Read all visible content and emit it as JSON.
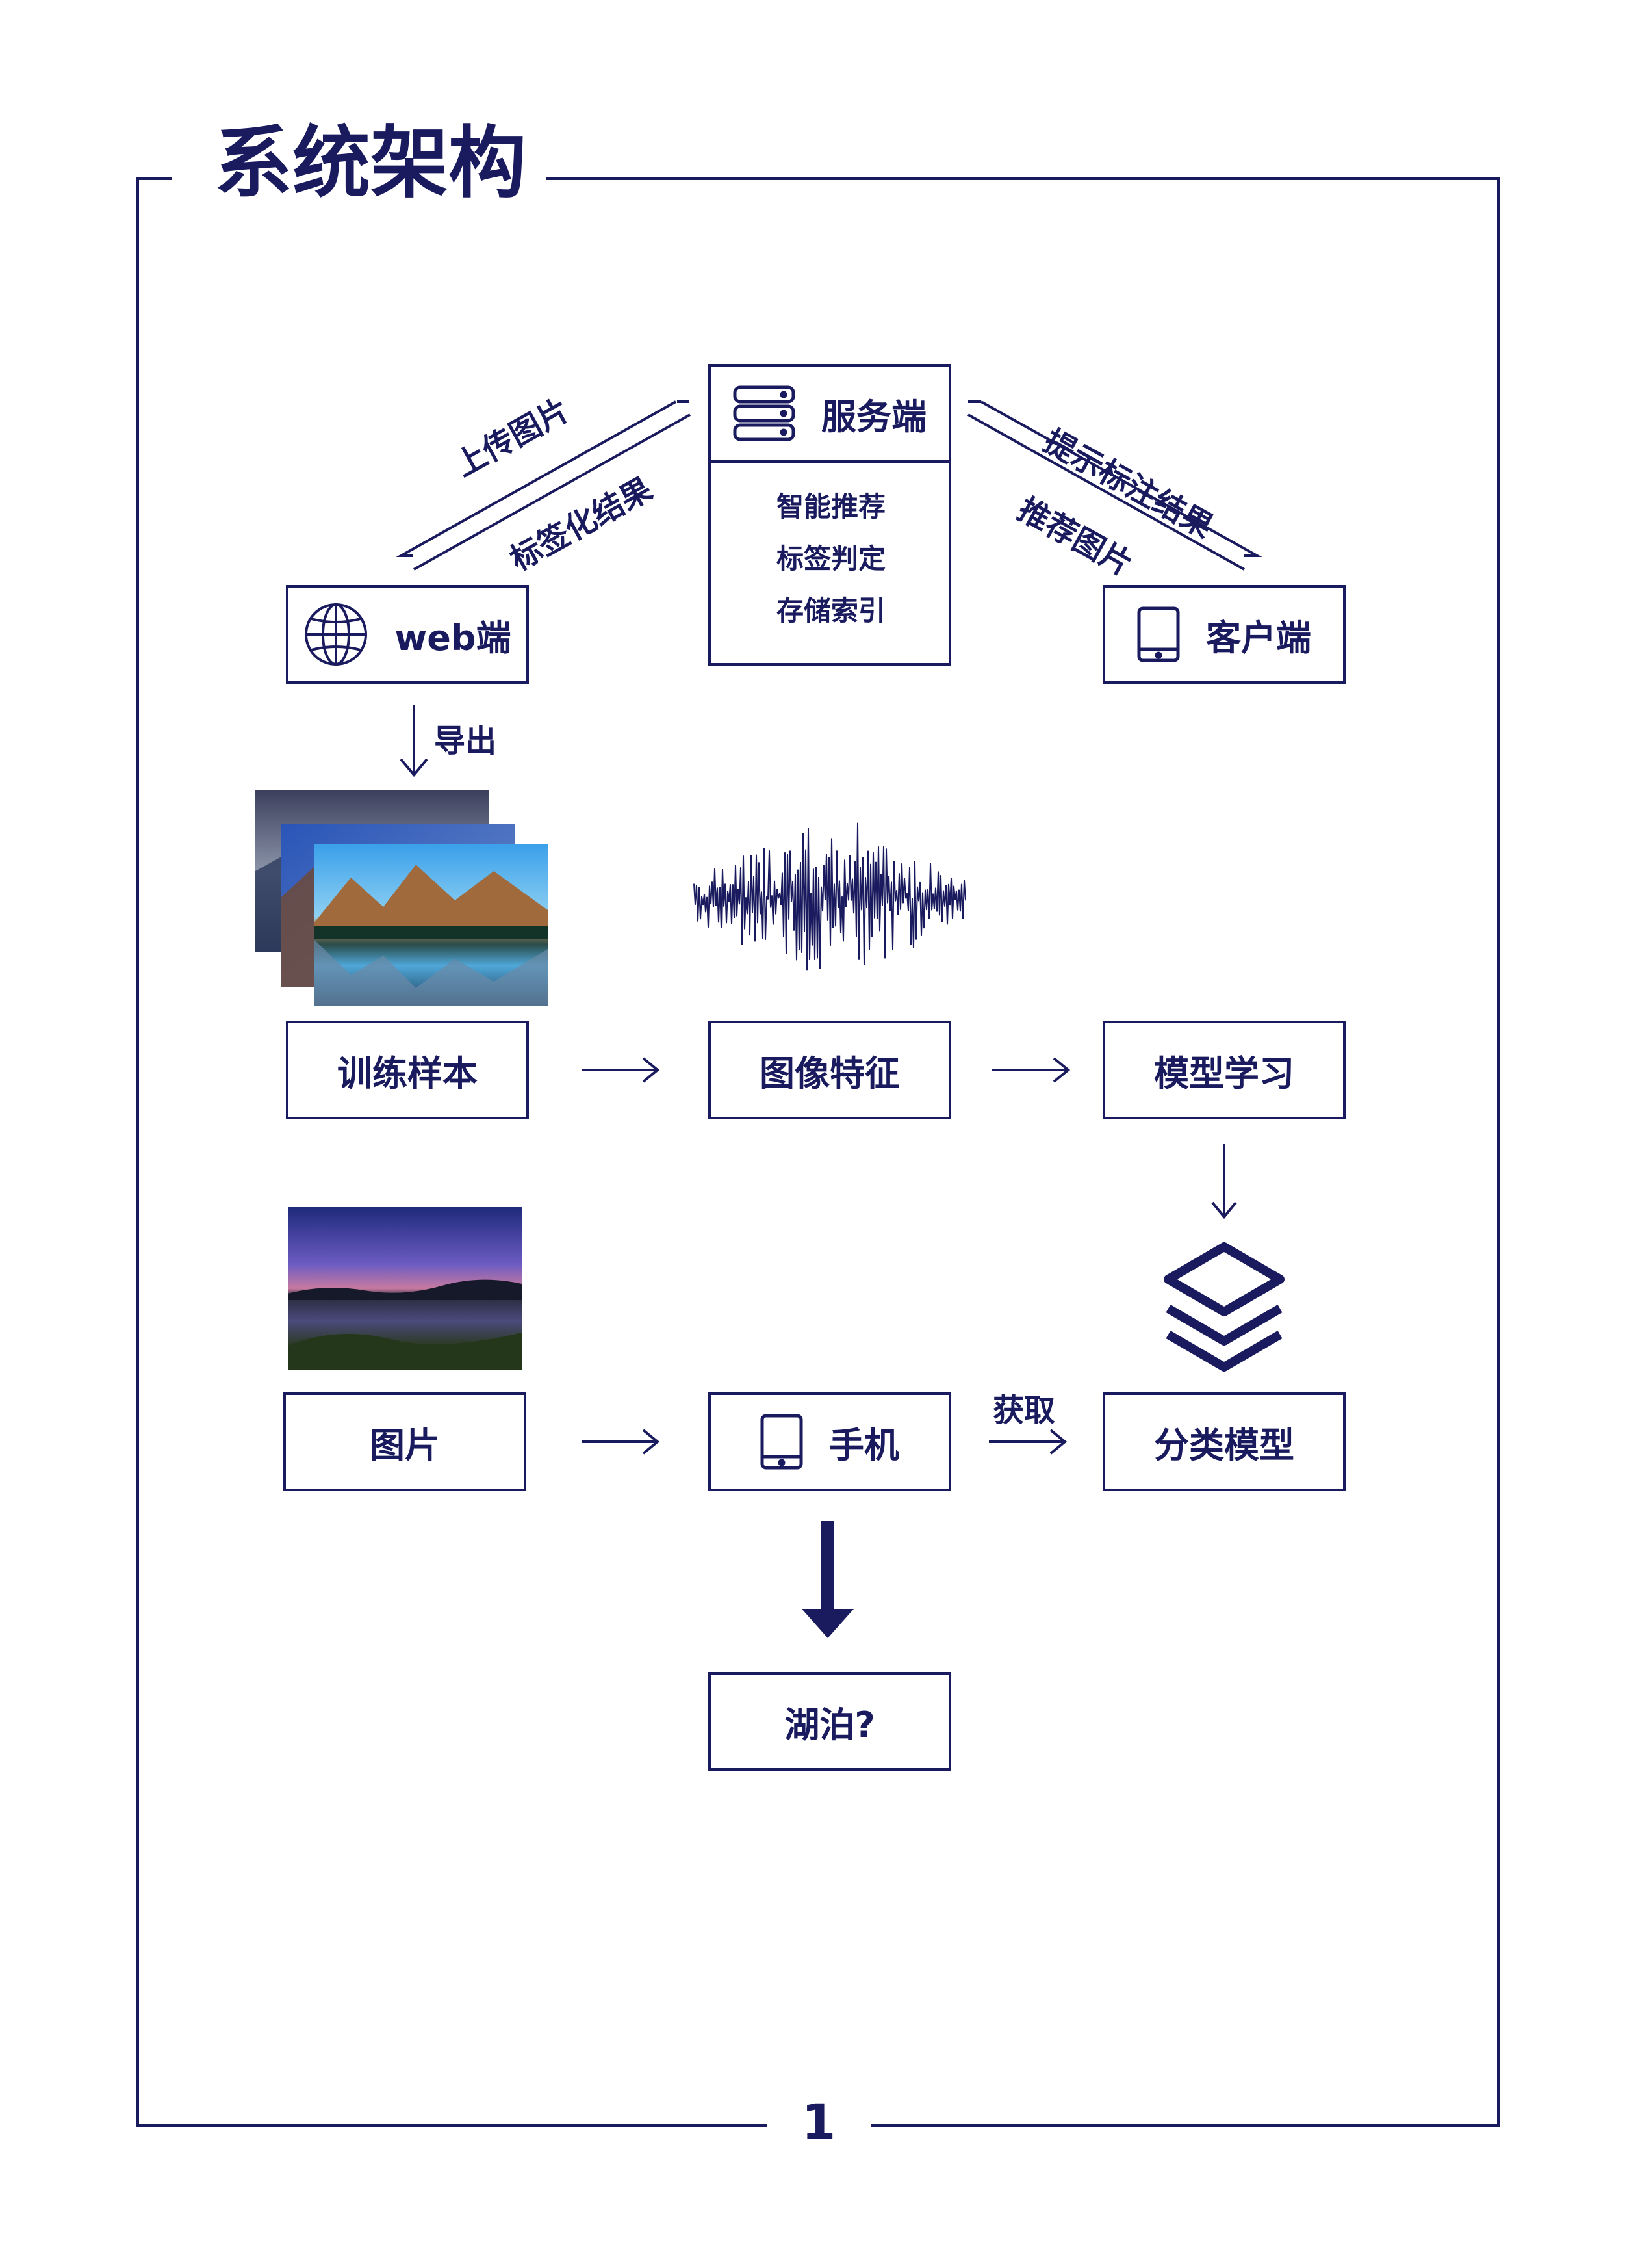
{
  "title": "系统架构",
  "page_number": "1",
  "nodes": {
    "server": "服务端",
    "web": "web端",
    "client": "客户端",
    "train": "训练样本",
    "feature": "图像特征",
    "learn": "模型学习",
    "picture": "图片",
    "phone": "手机",
    "classifier": "分类模型",
    "lake": "湖泊?"
  },
  "server_functions": [
    "智能推荐",
    "标签判定",
    "存储索引"
  ],
  "edges": {
    "upload": "上传图片",
    "tag_result": "标签化结果",
    "hint": "提示标注结果",
    "recommend": "推荐图片",
    "export": "导出",
    "acquire": "获取"
  },
  "icons": {
    "server": "server-icon",
    "web": "globe-icon",
    "client": "tablet-icon",
    "phone": "phone-icon",
    "model": "layers-icon"
  },
  "colors": {
    "primary": "#1a1a5e",
    "background": "#ffffff"
  }
}
